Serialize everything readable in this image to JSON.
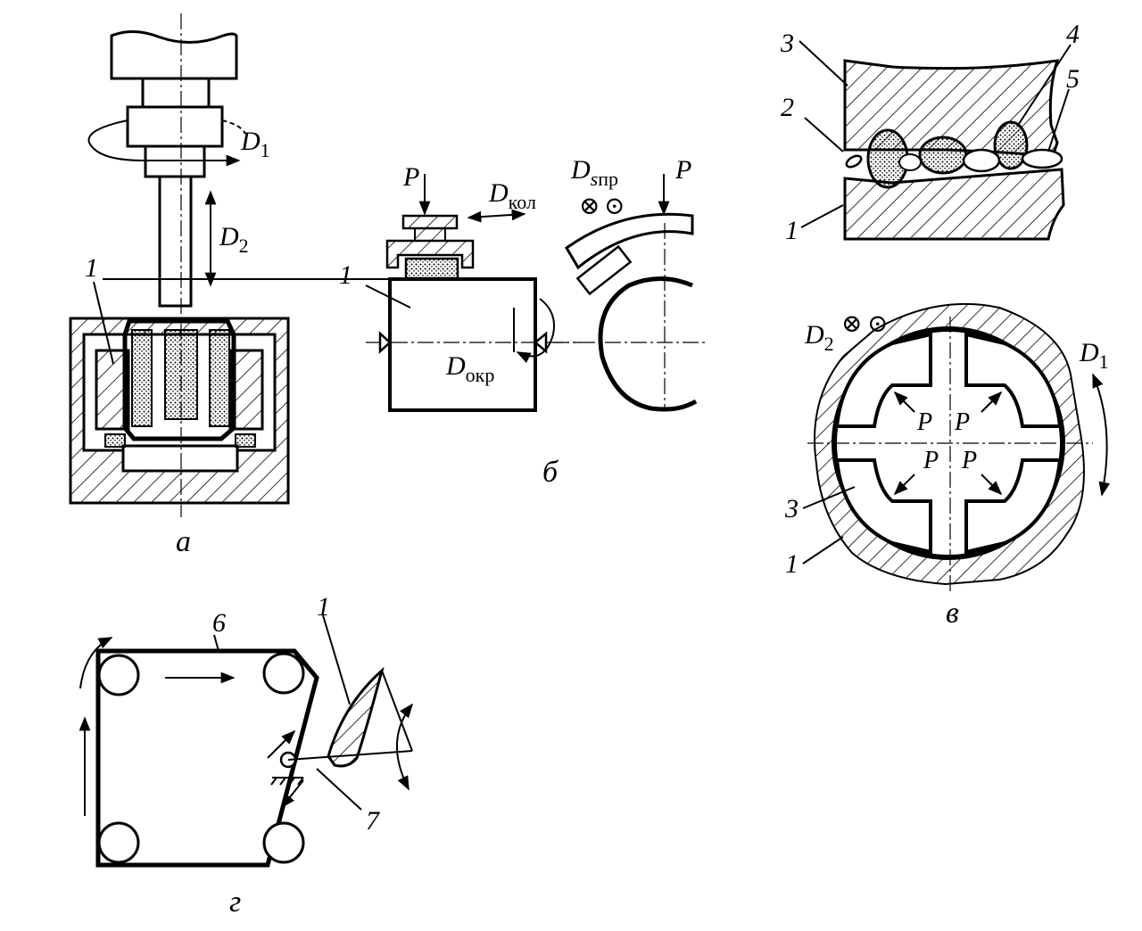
{
  "panels": {
    "a": {
      "caption": "а",
      "part_label": "1",
      "motion_rotation": {
        "base": "D",
        "sub": "1"
      },
      "motion_axial": {
        "base": "D",
        "sub": "2"
      }
    },
    "b": {
      "caption": "б",
      "part_label": "1",
      "force_left": "P",
      "force_right": "P",
      "motion_oscillation": {
        "base": "D",
        "sub": "кол"
      },
      "motion_circumferential": {
        "base": "D",
        "sub": "окр"
      },
      "motion_feed": {
        "base": "D",
        "sub_italic": "s",
        "sub": "пр"
      }
    },
    "v_detail": {
      "labels": [
        "3",
        "2",
        "1",
        "4",
        "5"
      ]
    },
    "v": {
      "caption": "в",
      "motion_axial": {
        "base": "D",
        "sub": "2"
      },
      "motion_rotation": {
        "base": "D",
        "sub": "1"
      },
      "forces": [
        "P",
        "P",
        "P",
        "P"
      ],
      "labels": [
        "3",
        "1"
      ]
    },
    "g": {
      "caption": "г",
      "labels": [
        "6",
        "1",
        "7"
      ]
    }
  },
  "symbols": {
    "cross": "⊗",
    "dot": "⊙"
  }
}
